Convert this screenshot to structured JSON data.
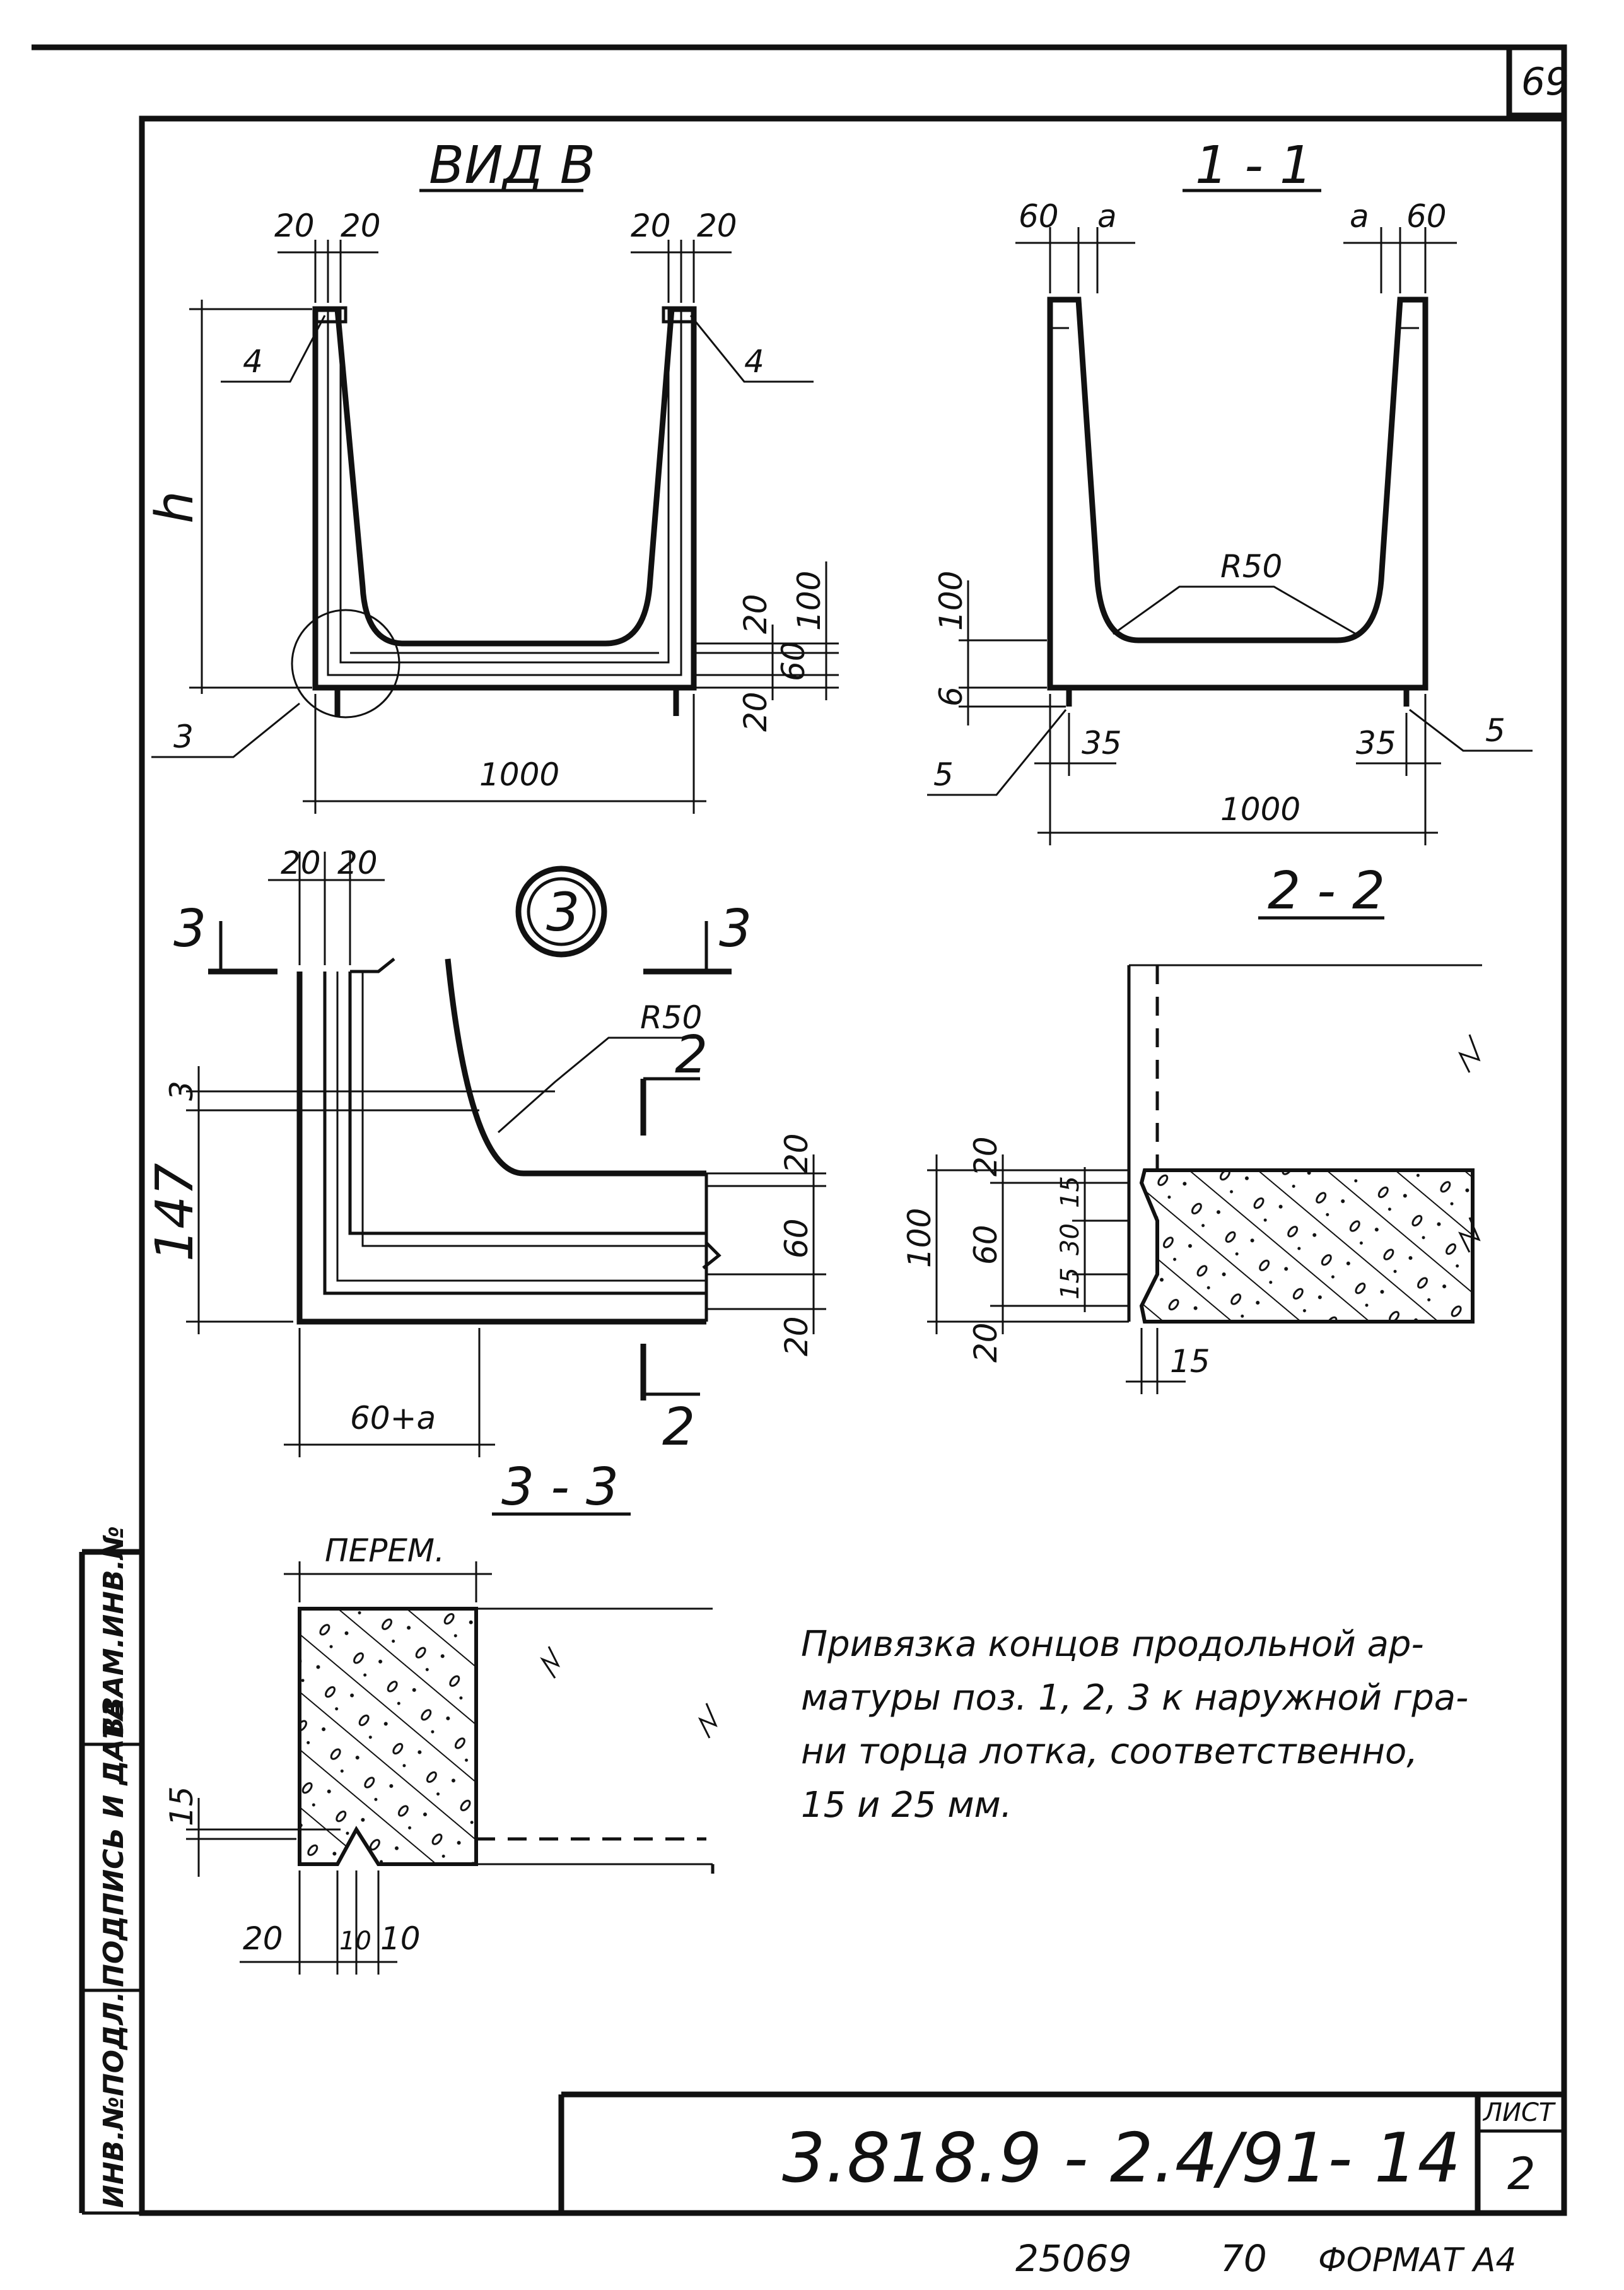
{
  "sheet": {
    "page_number": "69",
    "sheet_label": "ЛИСТ",
    "sheet_number": "2",
    "doc_code": "3.818.9 - 2.4/91- 14"
  },
  "footer": {
    "inv_no": "25069",
    "copies": "70",
    "format": "ФОРМАТ А4"
  },
  "side_stamp": {
    "inv_orig": "ИНВ.№ПОДЛ.",
    "signature_date": "ПОДПИСЬ И ДАТА",
    "replace_inv": "ВЗАМ.ИНВ.№"
  },
  "view_b": {
    "title": "ВИД В",
    "dims": {
      "top_l1": "20",
      "top_l2": "20",
      "top_r1": "20",
      "top_r2": "20",
      "height": "h",
      "width": "1000",
      "r20a": "20",
      "r100": "100",
      "r60": "60",
      "r20b": "20"
    },
    "callouts": {
      "left_4": "4",
      "right_4": "4",
      "node_3": "3"
    }
  },
  "section_1_1": {
    "title": "1 - 1",
    "dims": {
      "l60": "60",
      "la": "a",
      "ra": "a",
      "r60": "60",
      "radius": "R50",
      "v100": "100",
      "v6": "6",
      "l35": "35",
      "r35": "35",
      "width": "1000"
    },
    "callouts": {
      "left_5": "5",
      "right_5": "5"
    }
  },
  "node_3": {
    "marker": "3",
    "dims": {
      "t20a": "20",
      "t20b": "20",
      "v3": "3",
      "v147": "147",
      "radius": "R50",
      "r20a": "20",
      "r60": "60",
      "r20b": "20",
      "bottom": "60+a"
    },
    "cuts": {
      "cut3_left": "3",
      "cut3_right": "3",
      "cut2_top": "2",
      "cut2_bottom": "2"
    }
  },
  "section_2_2": {
    "title": "2 - 2",
    "dims": {
      "v100": "100",
      "v20a": "20",
      "v60": "60",
      "v20b": "20",
      "v15a": "15",
      "v30": "30",
      "v15b": "15",
      "h15": "15"
    }
  },
  "section_3_3": {
    "title": "3 - 3",
    "dims": {
      "perem": "ПЕРЕМ.",
      "v15": "15",
      "b20": "20",
      "b10a": "10",
      "b10b": "10"
    }
  },
  "note": {
    "lines": [
      "Привязка концов продольной ар-",
      "матуры поз. 1, 2, 3 к наружной гра-",
      "ни торца лотка, соответственно,",
      "15 и 25 мм."
    ]
  }
}
